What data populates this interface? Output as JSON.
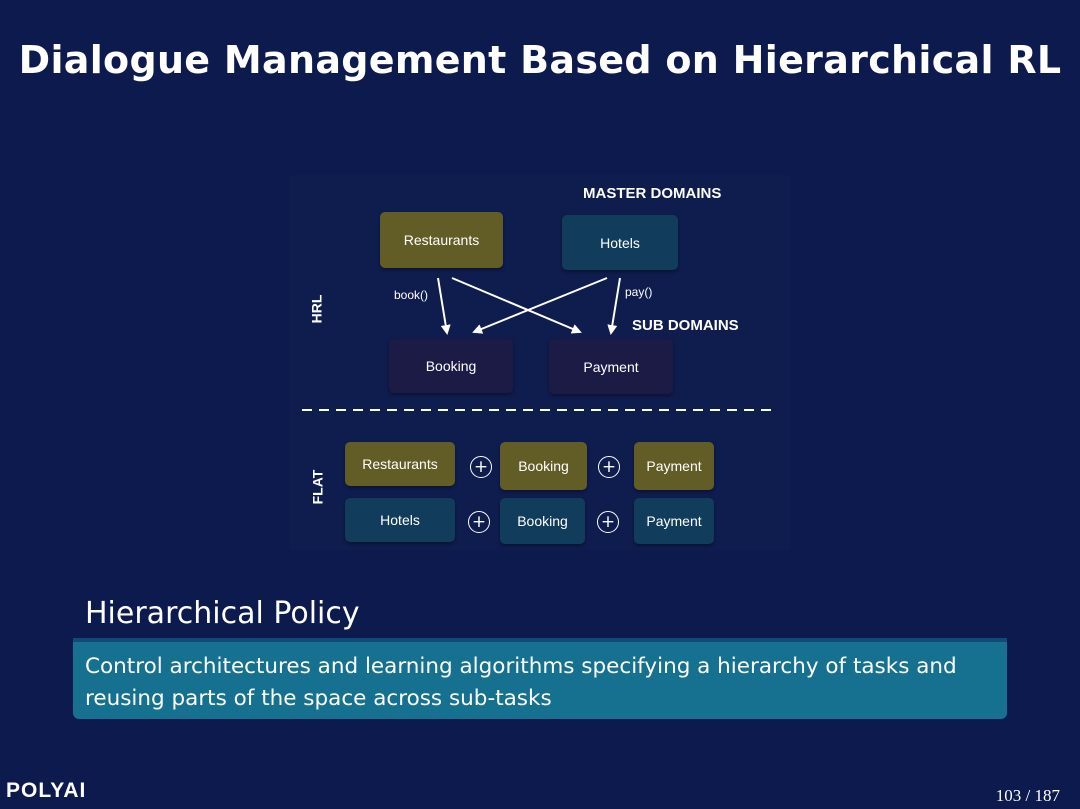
{
  "slide": {
    "title": "Dialogue Management Based on Hierarchical RL",
    "page_number": "103 / 187",
    "logo_text": "POLYAI"
  },
  "diagram": {
    "master_domains_label": "MASTER DOMAINS",
    "sub_domains_label": "SUB DOMAINS",
    "hrl_label": "HRL",
    "flat_label": "FLAT",
    "master": [
      "Restaurants",
      "Hotels"
    ],
    "sub": [
      "Booking",
      "Payment"
    ],
    "calls": [
      "book()",
      "pay()"
    ],
    "flat_rows": [
      [
        "Restaurants",
        "Booking",
        "Payment"
      ],
      [
        "Hotels",
        "Booking",
        "Payment"
      ]
    ],
    "plus_symbol": "+"
  },
  "block": {
    "title": "Hierarchical Policy",
    "body": "Control architectures and learning algorithms specifying a hierarchy of tasks and reusing parts of the space across sub-tasks"
  },
  "colors": {
    "background": "#0d1a4d",
    "olive_box": "#625c26",
    "teal_box": "#123c5c",
    "dark_box": "#1c1b45",
    "block_body": "#15718f"
  }
}
